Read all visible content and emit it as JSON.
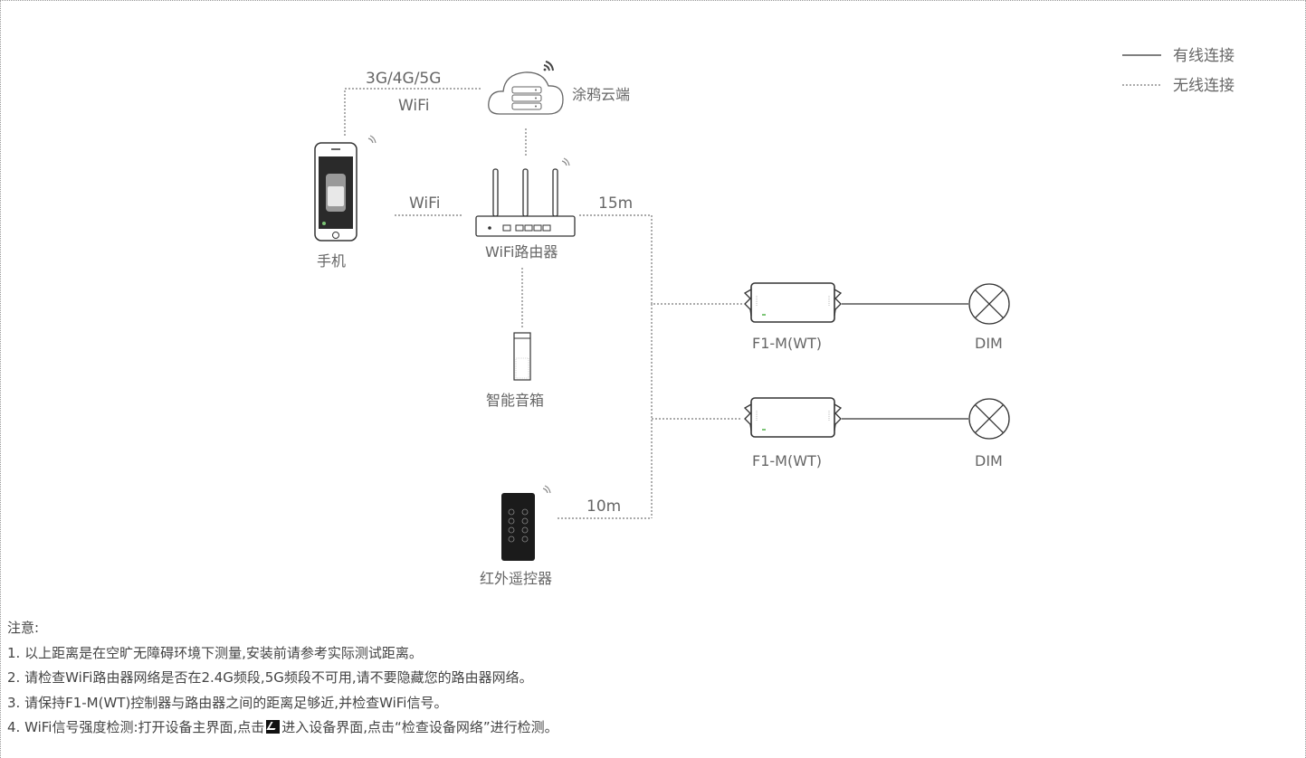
{
  "legend": {
    "wired": "有线连接",
    "wireless": "无线连接"
  },
  "labels": {
    "cellular": "3G/4G/5G",
    "wifi_top": "WiFi",
    "cloud": "涂鸦云端",
    "wifi_mid": "WiFi",
    "dist_15": "15m",
    "router": "WiFi路由器",
    "phone": "手机",
    "speaker": "智能音箱",
    "device1": "F1-M(WT)",
    "device2": "F1-M(WT)",
    "dim1": "DIM",
    "dim2": "DIM",
    "dist_10": "10m",
    "remote": "红外遥控器"
  },
  "notes": {
    "title": "注意:",
    "line1": "1. 以上距离是在空旷无障碍环境下测量,安装前请参考实际测试距离。",
    "line2": "2. 请检查WiFi路由器网络是否在2.4G频段,5G频段不可用,请不要隐藏您的路由器网络。",
    "line3": "3. 请保持F1-M(WT)控制器与路由器之间的距离足够近,并检查WiFi信号。",
    "line4_a": "4. WiFi信号强度检测:打开设备主界面,点击",
    "line4_icon": "edit-icon",
    "line4_b": "进入设备界面,点击“检查设备网络”进行检测。"
  }
}
